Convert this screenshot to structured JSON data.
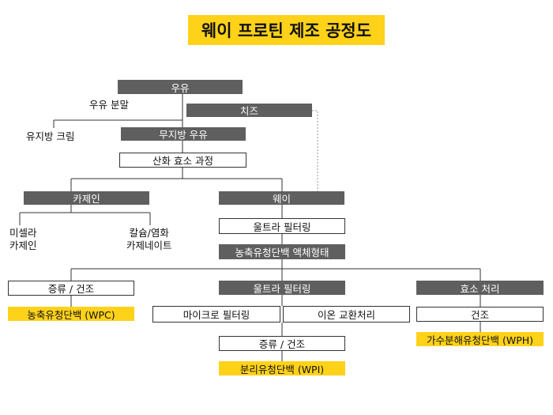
{
  "title": "웨이 프로틴 제조 공정도",
  "nodes": {
    "milk": "우유",
    "milk_powder": "우유 분말",
    "cheese": "치즈",
    "fat_cream": "유지방 크림",
    "skim_milk": "무지방 우유",
    "acid_enzyme": "산화 효소 과정",
    "casein": "카제인",
    "whey": "웨이",
    "micellar_casein": [
      "미셀라",
      "카제인"
    ],
    "calcium_caseinate": [
      "칼슘/염화",
      "카제네이트"
    ],
    "ultrafiltration_1": "울트라 필터링",
    "liquid_concentrate": "농축유청단백 액체형태",
    "evap_dry_1": "증류 / 건조",
    "wpc": "농축유청단백 (WPC)",
    "ultrafiltration_2": "울트라 필터링",
    "microfiltration": "마이크로 필터링",
    "ion_exchange": "이온 교환처리",
    "evap_dry_2": "증류 / 건조",
    "wpi": "분리유청단백 (WPI)",
    "enzyme_treatment": "효소 처리",
    "dry": "건조",
    "wph": "가수분해유청단백 (WPH)"
  },
  "colors": {
    "dark_box": "#5f5f5f",
    "highlight": "#ffd21a",
    "line": "#333333",
    "dotted_line": "#999999"
  }
}
